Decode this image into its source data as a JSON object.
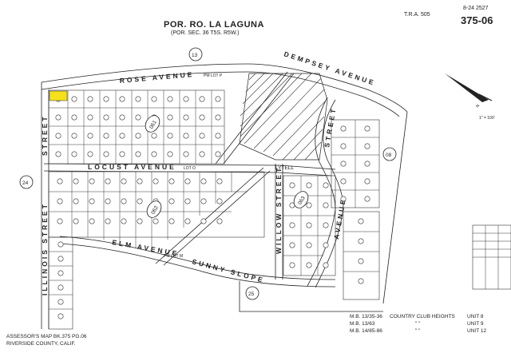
{
  "header": {
    "title": "POR. RO. LA LAGUNA",
    "subtitle": "(POR. SEC. 36 T5S. R5W.)",
    "tra": "T.R.A. 505",
    "doc_number": "8-24 2527",
    "page_number": "375-06"
  },
  "streets": {
    "rose_avenue": "ROSE AVENUE",
    "dempsey_avenue": "DEMPSEY AVENUE",
    "locust_avenue": "LOCUST AVENUE",
    "elm_avenue": "ELM AVENUE",
    "sunny_slope": "SUNNY SLOPE",
    "willow_street": "WILLOW STREET",
    "illinois_street": "ILLINOIS STREET",
    "street_left": "STREET",
    "lytell": "LYTELL",
    "street_right": "STREET",
    "avenue_lower": "AVENUE"
  },
  "lot_labels": {
    "rose_lot": "PM LOT P",
    "locust_lot": "LOT O",
    "elm_lot": "PM LOT M"
  },
  "circled_numbers": {
    "page_061": "061",
    "page_062": "062",
    "page_063": "063",
    "top": "13",
    "left": "24",
    "right": "08",
    "bottom": "25"
  },
  "scale": "1\" = 100'",
  "notes": [
    {
      "ref": "M.B. 13/35-36",
      "desc": "COUNTRY CLUB HEIGHTS",
      "unit": "UNIT 8"
    },
    {
      "ref": "M.B. 13/63",
      "desc": "\"        \"",
      "unit": "UNIT 9"
    },
    {
      "ref": "M.B. 14/85-86",
      "desc": "\"        \"",
      "unit": "UNIT 12"
    }
  ],
  "assessor": {
    "line1": "ASSESSOR'S MAP BK.375 PG.06",
    "line2": "RIVERSIDE COUNTY, CALIF."
  },
  "colors": {
    "highlight": "#f5e11a",
    "ink": "#222222"
  }
}
